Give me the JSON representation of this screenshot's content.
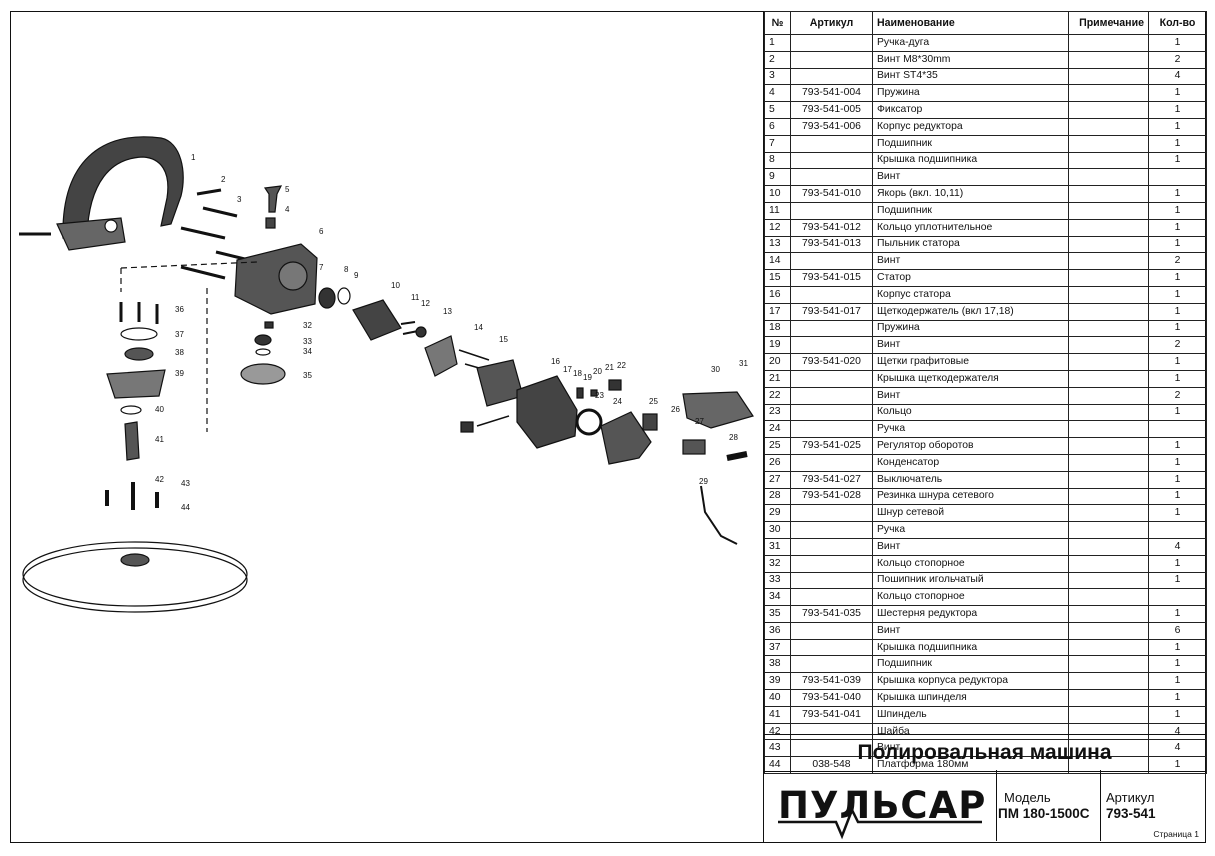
{
  "table": {
    "headers": {
      "num": "№",
      "article": "Артикул",
      "name": "Наименование",
      "note": "Примечание",
      "qty": "Кол-во"
    },
    "rows": [
      {
        "n": "1",
        "a": "",
        "name": "Ручка-дуга",
        "q": "1"
      },
      {
        "n": "2",
        "a": "",
        "name": "Винт M8*30mm",
        "q": "2"
      },
      {
        "n": "3",
        "a": "",
        "name": "Винт ST4*35",
        "q": "4"
      },
      {
        "n": "4",
        "a": "793-541-004",
        "name": "Пружина",
        "q": "1"
      },
      {
        "n": "5",
        "a": "793-541-005",
        "name": "Фиксатор",
        "q": "1"
      },
      {
        "n": "6",
        "a": "793-541-006",
        "name": "Корпус редуктора",
        "q": "1"
      },
      {
        "n": "7",
        "a": "",
        "name": "Подшипник",
        "q": "1"
      },
      {
        "n": "8",
        "a": "",
        "name": "Крышка подшипника",
        "q": "1"
      },
      {
        "n": "9",
        "a": "",
        "name": "Винт",
        "q": ""
      },
      {
        "n": "10",
        "a": "793-541-010",
        "name": "Якорь (вкл. 10,11)",
        "q": "1"
      },
      {
        "n": "11",
        "a": "",
        "name": "Подшипник",
        "q": "1"
      },
      {
        "n": "12",
        "a": "793-541-012",
        "name": "Кольцо уплотнительное",
        "q": "1"
      },
      {
        "n": "13",
        "a": "793-541-013",
        "name": "Пыльник статора",
        "q": "1"
      },
      {
        "n": "14",
        "a": "",
        "name": "Винт",
        "q": "2"
      },
      {
        "n": "15",
        "a": "793-541-015",
        "name": "Статор",
        "q": "1"
      },
      {
        "n": "16",
        "a": "",
        "name": "Корпус статора",
        "q": "1"
      },
      {
        "n": "17",
        "a": "793-541-017",
        "name": "Щеткодержатель (вкл 17,18)",
        "q": "1"
      },
      {
        "n": "18",
        "a": "",
        "name": "Пружина",
        "q": "1"
      },
      {
        "n": "19",
        "a": "",
        "name": "Винт",
        "q": "2"
      },
      {
        "n": "20",
        "a": "793-541-020",
        "name": "Щетки графитовые",
        "q": "1"
      },
      {
        "n": "21",
        "a": "",
        "name": "Крышка щеткодержателя",
        "q": "1"
      },
      {
        "n": "22",
        "a": "",
        "name": "Винт",
        "q": "2"
      },
      {
        "n": "23",
        "a": "",
        "name": "Кольцо",
        "q": "1"
      },
      {
        "n": "24",
        "a": "",
        "name": "Ручка",
        "q": ""
      },
      {
        "n": "25",
        "a": "793-541-025",
        "name": "Регулятор оборотов",
        "q": "1"
      },
      {
        "n": "26",
        "a": "",
        "name": "Конденсатор",
        "q": "1"
      },
      {
        "n": "27",
        "a": "793-541-027",
        "name": "Выключатель",
        "q": "1"
      },
      {
        "n": "28",
        "a": "793-541-028",
        "name": "Резинка шнура сетевого",
        "q": "1"
      },
      {
        "n": "29",
        "a": "",
        "name": "Шнур сетевой",
        "q": "1"
      },
      {
        "n": "30",
        "a": "",
        "name": "Ручка",
        "q": ""
      },
      {
        "n": "31",
        "a": "",
        "name": "Винт",
        "q": "4"
      },
      {
        "n": "32",
        "a": "",
        "name": "Кольцо стопорное",
        "q": "1"
      },
      {
        "n": "33",
        "a": "",
        "name": "Пошипник игольчатый",
        "q": "1"
      },
      {
        "n": "34",
        "a": "",
        "name": "Кольцо стопорное",
        "q": ""
      },
      {
        "n": "35",
        "a": "793-541-035",
        "name": "Шестерня редуктора",
        "q": "1"
      },
      {
        "n": "36",
        "a": "",
        "name": "Винт",
        "q": "6"
      },
      {
        "n": "37",
        "a": "",
        "name": "Крышка подшипника",
        "q": "1"
      },
      {
        "n": "38",
        "a": "",
        "name": "Подшипник",
        "q": "1"
      },
      {
        "n": "39",
        "a": "793-541-039",
        "name": "Крышка корпуса редуктора",
        "q": "1"
      },
      {
        "n": "40",
        "a": "793-541-040",
        "name": "Крышка шпинделя",
        "q": "1"
      },
      {
        "n": "41",
        "a": "793-541-041",
        "name": "Шпиндель",
        "q": "1"
      },
      {
        "n": "42",
        "a": "",
        "name": "Шайба",
        "q": "4"
      },
      {
        "n": "43",
        "a": "",
        "name": "Винт",
        "q": "4"
      },
      {
        "n": "44",
        "a": "038-548",
        "name": "Платформа 180мм",
        "q": "1"
      }
    ]
  },
  "title": "Полировальная машина",
  "brand": "ПУЛЬСАР",
  "model": {
    "label": "Модель",
    "value": "ПМ 180-1500С"
  },
  "article": {
    "label": "Артикул",
    "value": "793-541"
  },
  "page": "Страница 1",
  "callouts": [
    "1",
    "2",
    "3",
    "4",
    "5",
    "6",
    "7",
    "8",
    "9",
    "10",
    "11",
    "12",
    "13",
    "14",
    "15",
    "16",
    "17",
    "18",
    "19",
    "20",
    "21",
    "22",
    "23",
    "24",
    "25",
    "26",
    "27",
    "28",
    "29",
    "30",
    "31",
    "32",
    "33",
    "34",
    "35",
    "36",
    "37",
    "38",
    "39",
    "40",
    "41",
    "42",
    "43",
    "44"
  ]
}
